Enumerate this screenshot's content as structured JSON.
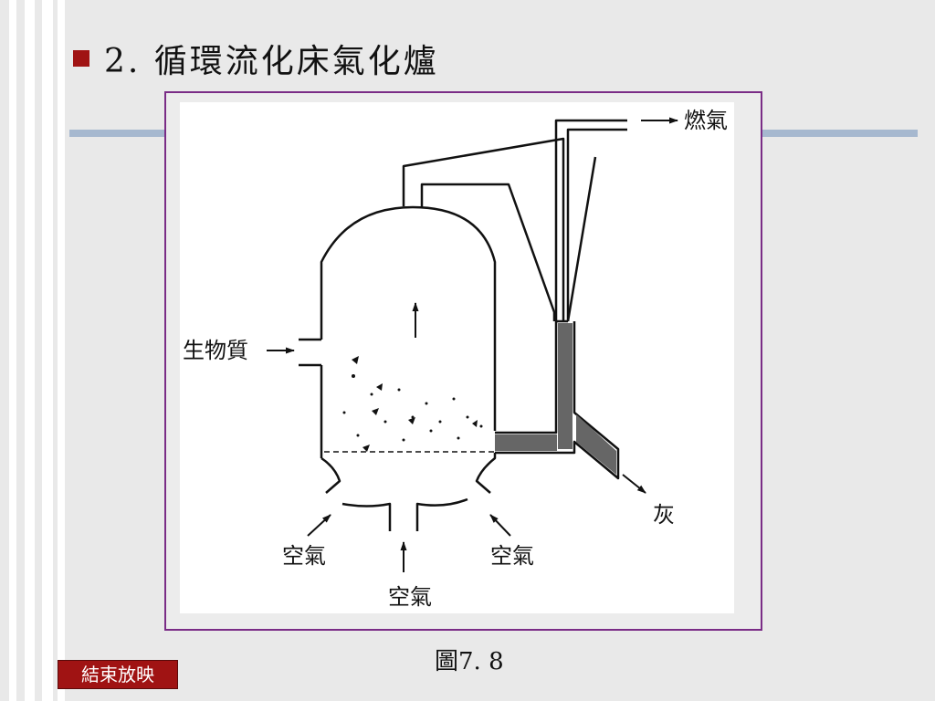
{
  "slide": {
    "title": "2. 循環流化床氣化爐",
    "caption": "圖7. 8",
    "end_button": "結束放映"
  },
  "diagram": {
    "labels": {
      "flue_gas": "燃氣",
      "biomass": "生物質",
      "ash": "灰",
      "air_left": "空氣",
      "air_bottom": "空氣",
      "air_right": "空氣"
    }
  },
  "colors": {
    "bullet": "#a01313",
    "frame": "#7a2c86",
    "accent_line": "#a6b8cf",
    "button": "#a01313"
  }
}
